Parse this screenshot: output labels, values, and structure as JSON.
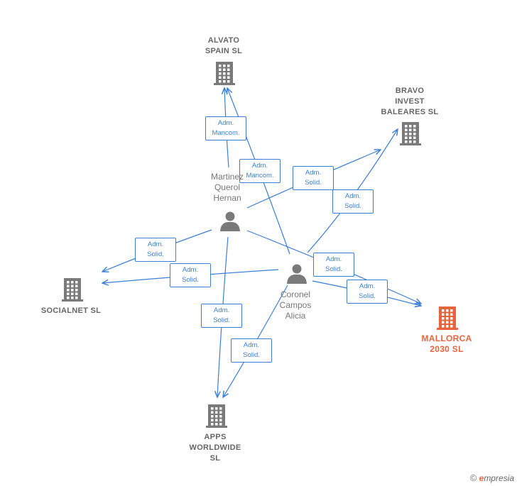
{
  "colors": {
    "edge": "#3a7fd5",
    "node": "#7a7a7a",
    "highlight": "#e8643c"
  },
  "companies": [
    {
      "id": "alvato",
      "label": "ALVATO\nSPAIN SL",
      "icon": "building-icon",
      "highlight": false
    },
    {
      "id": "bravo",
      "label": "BRAVO\nINVEST\nBALEARES SL",
      "icon": "building-icon",
      "highlight": false
    },
    {
      "id": "socialnet",
      "label": "SOCIALNET SL",
      "icon": "building-icon",
      "highlight": false
    },
    {
      "id": "mallorca",
      "label": "MALLORCA\n2030 SL",
      "icon": "building-icon",
      "highlight": true
    },
    {
      "id": "apps",
      "label": "APPS\nWORLDWIDE\nSL",
      "icon": "building-icon",
      "highlight": false
    }
  ],
  "people": [
    {
      "id": "martinez",
      "label": "Martinez\nQuerol\nHernan",
      "icon": "person-icon"
    },
    {
      "id": "coronel",
      "label": "Coronel\nCampos\nAlicia",
      "icon": "person-icon"
    }
  ],
  "edges": [
    {
      "id": "e1",
      "from": "martinez",
      "to": "alvato",
      "label": "Adm.\nMancom."
    },
    {
      "id": "e2",
      "from": "coronel",
      "to": "alvato",
      "label": "Adm.\nMancom."
    },
    {
      "id": "e3",
      "from": "martinez",
      "to": "bravo",
      "label": "Adm.\nSolid."
    },
    {
      "id": "e4",
      "from": "coronel",
      "to": "bravo",
      "label": "Adm.\nSolid."
    },
    {
      "id": "e5",
      "from": "martinez",
      "to": "socialnet",
      "label": "Adm.\nSolid."
    },
    {
      "id": "e6",
      "from": "coronel",
      "to": "socialnet",
      "label": "Adm.\nSolid."
    },
    {
      "id": "e7",
      "from": "martinez",
      "to": "mallorca",
      "label": "Adm.\nSolid."
    },
    {
      "id": "e8",
      "from": "coronel",
      "to": "mallorca",
      "label": "Adm.\nSolid."
    },
    {
      "id": "e9",
      "from": "martinez",
      "to": "apps",
      "label": "Adm.\nSolid."
    },
    {
      "id": "e10",
      "from": "coronel",
      "to": "apps",
      "label": "Adm.\nSolid."
    }
  ],
  "brand": {
    "copyright": "©",
    "initial": "e",
    "name": "mpresia"
  }
}
